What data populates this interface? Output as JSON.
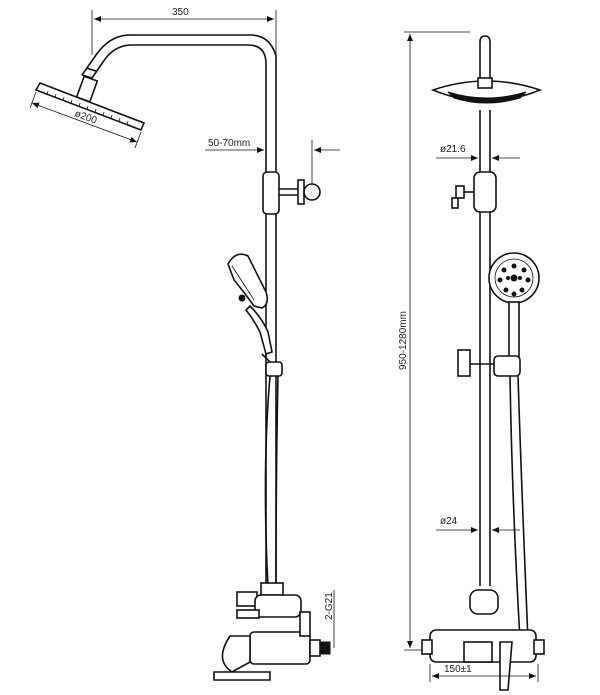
{
  "dimensions": {
    "overall_width": "350",
    "head_diameter": "ø200",
    "arm_offset": "50-70mm",
    "pipe_diameter_top": "ø21.6",
    "height_range": "950-1280mm",
    "pipe_diameter_bottom": "ø24",
    "inlet_thread": "2-G21",
    "inlet_spacing": "150±1"
  }
}
